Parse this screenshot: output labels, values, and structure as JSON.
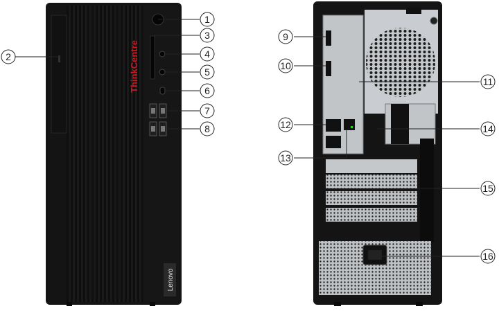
{
  "front": {
    "brand_vertical": "ThinkCentre",
    "logo_vertical": "Lenovo"
  },
  "callouts": [
    {
      "n": "1"
    },
    {
      "n": "2"
    },
    {
      "n": "3"
    },
    {
      "n": "4"
    },
    {
      "n": "5"
    },
    {
      "n": "6"
    },
    {
      "n": "7"
    },
    {
      "n": "8"
    },
    {
      "n": "9"
    },
    {
      "n": "10"
    },
    {
      "n": "11"
    },
    {
      "n": "12"
    },
    {
      "n": "13"
    },
    {
      "n": "14"
    },
    {
      "n": "15"
    },
    {
      "n": "16"
    }
  ],
  "colors": {
    "chassis": "#141414",
    "chassis_edge": "#2a2a2a",
    "metal": "#b9bcbf",
    "metal_dark": "#8f9296",
    "brand_red": "#d2161e"
  }
}
